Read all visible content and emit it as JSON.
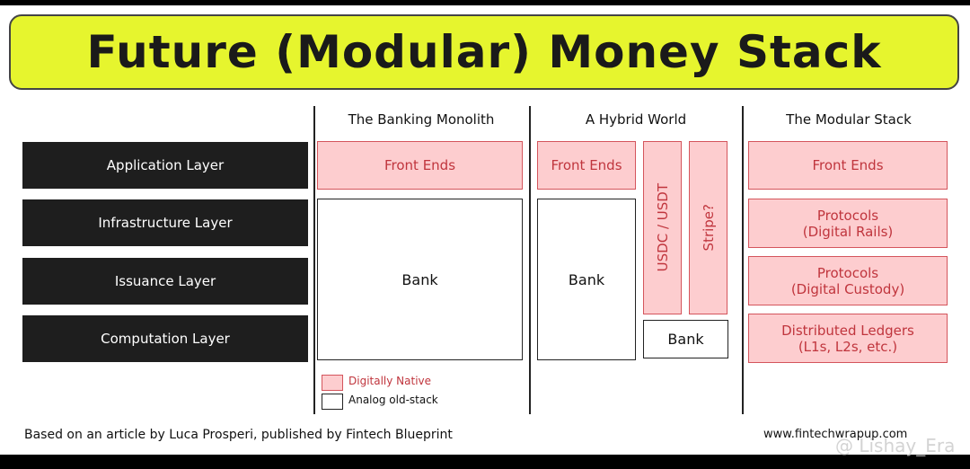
{
  "title": "Future (Modular) Money Stack",
  "layers": [
    "Application Layer",
    "Infrastructure Layer",
    "Issuance Layer",
    "Computation Layer"
  ],
  "columns": {
    "monolith": {
      "header": "The Banking Monolith",
      "front": "Front Ends",
      "bank": "Bank"
    },
    "hybrid": {
      "header": "A Hybrid World",
      "front": "Front Ends",
      "bank": "Bank",
      "usdc": "USDC / USDT",
      "stripe": "Stripe?",
      "bank2": "Bank"
    },
    "modular": {
      "header": "The Modular Stack",
      "front": "Front Ends",
      "rails": "Protocols\n(Digital Rails)",
      "custody": "Protocols\n(Digital Custody)",
      "ledgers": "Distributed Ledgers\n(L1s, L2s, etc.)"
    }
  },
  "legend": {
    "native": "Digitally Native",
    "analog": "Analog old-stack"
  },
  "footer": {
    "credit": "Based on an article by Luca Prosperi, published by Fintech Blueprint",
    "url": "www.fintechwrapup.com",
    "watermark": "@ Lishay_Era"
  },
  "colors": {
    "title_bg": "#e6f52e",
    "pink": "#fdcdcf",
    "pink_border": "#d4555c",
    "dark": "#1e1e1e"
  }
}
